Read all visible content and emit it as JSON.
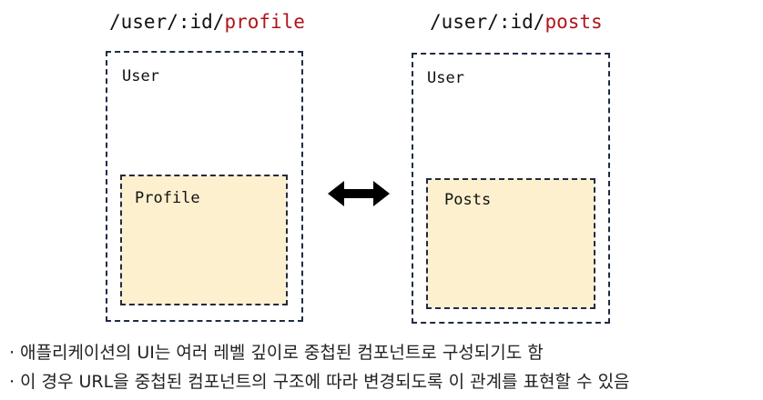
{
  "left": {
    "route_prefix": "/user/:id/",
    "route_highlight": "profile",
    "outer_label": "User",
    "inner_label": "Profile"
  },
  "right": {
    "route_prefix": "/user/:id/",
    "route_highlight": "posts",
    "outer_label": "User",
    "inner_label": "Posts"
  },
  "colors": {
    "highlight": "#b0141b",
    "border": "#1f2b45",
    "inner_fill": "#fdf0cf"
  },
  "arrow_icon": "double-headed-arrow-icon",
  "bullets": [
    {
      "marker": "·",
      "text": "애플리케이션의 UI는 여러 레벨 깊이로 중첩된 컴포넌트로 구성되기도 함"
    },
    {
      "marker": "·",
      "text": "이 경우 URL을 중첩된 컴포넌트의 구조에 따라 변경되도록 이 관계를 표현할 수 있음"
    }
  ]
}
